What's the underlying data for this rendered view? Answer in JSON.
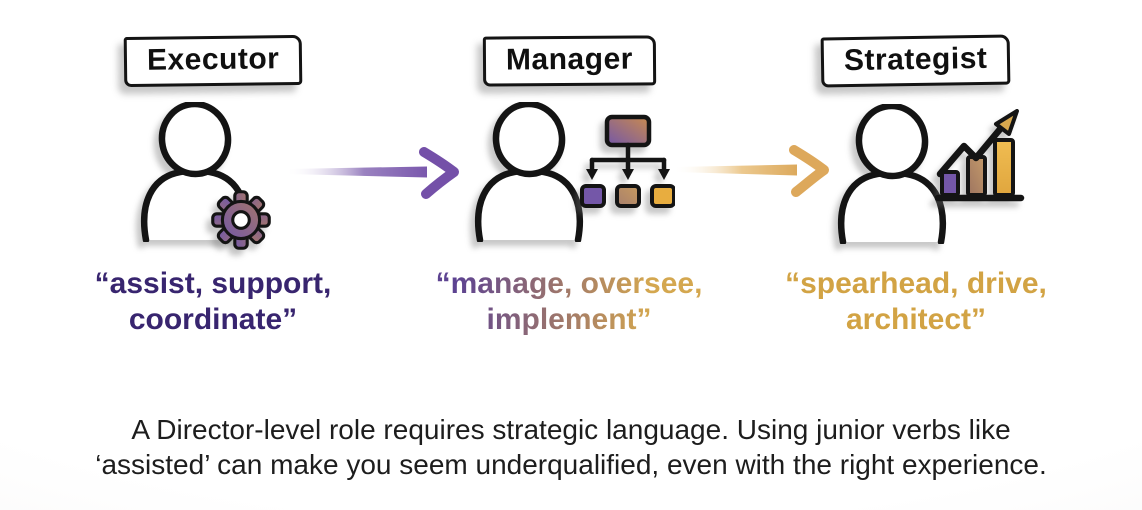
{
  "columns": [
    {
      "label": "Executor",
      "icon": "gear-icon",
      "quote_lines": [
        "“assist, support,",
        "coordinate”"
      ],
      "quote_color": "#38256f"
    },
    {
      "label": "Manager",
      "icon": "org-chart-icon",
      "quote_lines": [
        "“manage, oversee,",
        "implement”"
      ],
      "quote_color": "gradient #5d4391 → #d4a74f"
    },
    {
      "label": "Strategist",
      "icon": "bar-chart-icon",
      "quote_lines": [
        "“spearhead, drive,",
        "architect”"
      ],
      "quote_color": "#d2a344"
    }
  ],
  "arrows": [
    {
      "name": "executor-to-manager",
      "color": "#7a58ad"
    },
    {
      "name": "manager-to-strategist",
      "color": "#e2b266"
    }
  ],
  "caption_lines": [
    "A Director-level role requires strategic language. Using junior verbs like",
    "‘assisted’ can make you seem underqualified, even with the right experience."
  ],
  "colors": {
    "purple": "#7457a8",
    "mauve": "#a3746c",
    "tan": "#bf9765",
    "amber": "#e8ad3f",
    "outline": "#141414",
    "quote_purple": "#38256f",
    "quote_gold": "#d2a344",
    "caption_text": "#1d1d1d",
    "background": "#fdfdfd"
  }
}
